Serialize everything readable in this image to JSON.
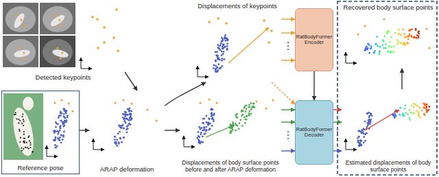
{
  "diagram": {
    "nodes": [
      {
        "text": [
          "Detected keypoints"
        ]
      },
      {
        "text": [
          "Displacements of keypoints"
        ]
      },
      {
        "text": [
          "RatBodyFormer Encoder"
        ]
      },
      {
        "text": [
          "Reference pose"
        ]
      },
      {
        "text": [
          "ARAP deformation"
        ]
      },
      {
        "text": [
          "Displacements of body surface points before and after ARAP deformation"
        ]
      },
      {
        "text": [
          "RatBodyFormer Decoder"
        ]
      },
      {
        "text": [
          "Estimated displacements of body surface points"
        ]
      },
      {
        "text": [
          "Recovered body surface points"
        ]
      }
    ],
    "edges": [
      {
        "from": 0,
        "to": 4,
        "arrow": "to"
      },
      {
        "from": 3,
        "to": 4,
        "arrow": "to"
      },
      {
        "from": 4,
        "to": 1,
        "arrow": "to"
      },
      {
        "from": 4,
        "to": 5,
        "arrow": "to"
      },
      {
        "from": 1,
        "to": 2,
        "arrow": "to"
      },
      {
        "from": 1,
        "to": 6,
        "arrow": "to"
      },
      {
        "from": 5,
        "to": 6,
        "arrow": "to"
      },
      {
        "from": 2,
        "to": 6,
        "arrow": "to"
      },
      {
        "from": 6,
        "to": 7,
        "arrow": "to"
      },
      {
        "from": 7,
        "to": 8,
        "arrow": "to"
      }
    ]
  }
}
